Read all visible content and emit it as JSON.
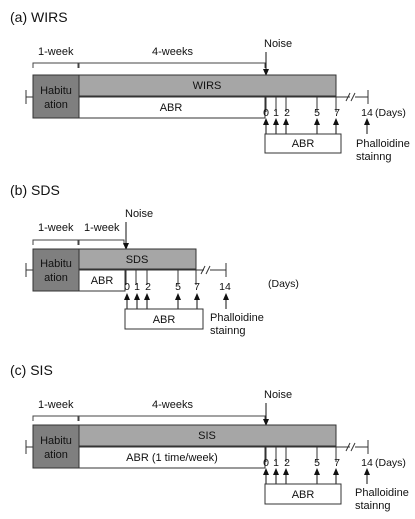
{
  "panels": [
    {
      "title": "(a) WIRS",
      "week1": "1-week",
      "week2": "4-weeks",
      "noise": "Noise",
      "habituation": [
        "Habitu",
        "ation"
      ],
      "stress_box": "WIRS",
      "abr_pre": "ABR",
      "days": [
        "0",
        "1",
        "2",
        "5",
        "7"
      ],
      "day14": "14",
      "days_unit": "(Days)",
      "abr_post": "ABR",
      "phalloidine": [
        "Phalloidine",
        "stainng"
      ]
    },
    {
      "title": "(b) SDS",
      "week1": "1-week",
      "week2": "1-week",
      "noise": "Noise",
      "habituation": [
        "Habitu",
        "ation"
      ],
      "stress_box": "SDS",
      "abr_pre": "ABR",
      "days": [
        "0",
        "1",
        "2",
        "5",
        "7"
      ],
      "day14": "14",
      "days_unit": "(Days)",
      "abr_post": "ABR",
      "phalloidine": [
        "Phalloidine",
        "stainng"
      ]
    },
    {
      "title": "(c) SIS",
      "week1": "1-week",
      "week2": "4-weeks",
      "noise": "Noise",
      "habituation": [
        "Habitu",
        "ation"
      ],
      "stress_box": "SIS",
      "abr_pre": "ABR (1 time/week)",
      "days": [
        "0",
        "1",
        "2",
        "5",
        "7"
      ],
      "day14": "14",
      "days_unit": "(Days)",
      "abr_post": "ABR",
      "phalloidine": [
        "Phalloidine",
        "stainng"
      ]
    }
  ]
}
